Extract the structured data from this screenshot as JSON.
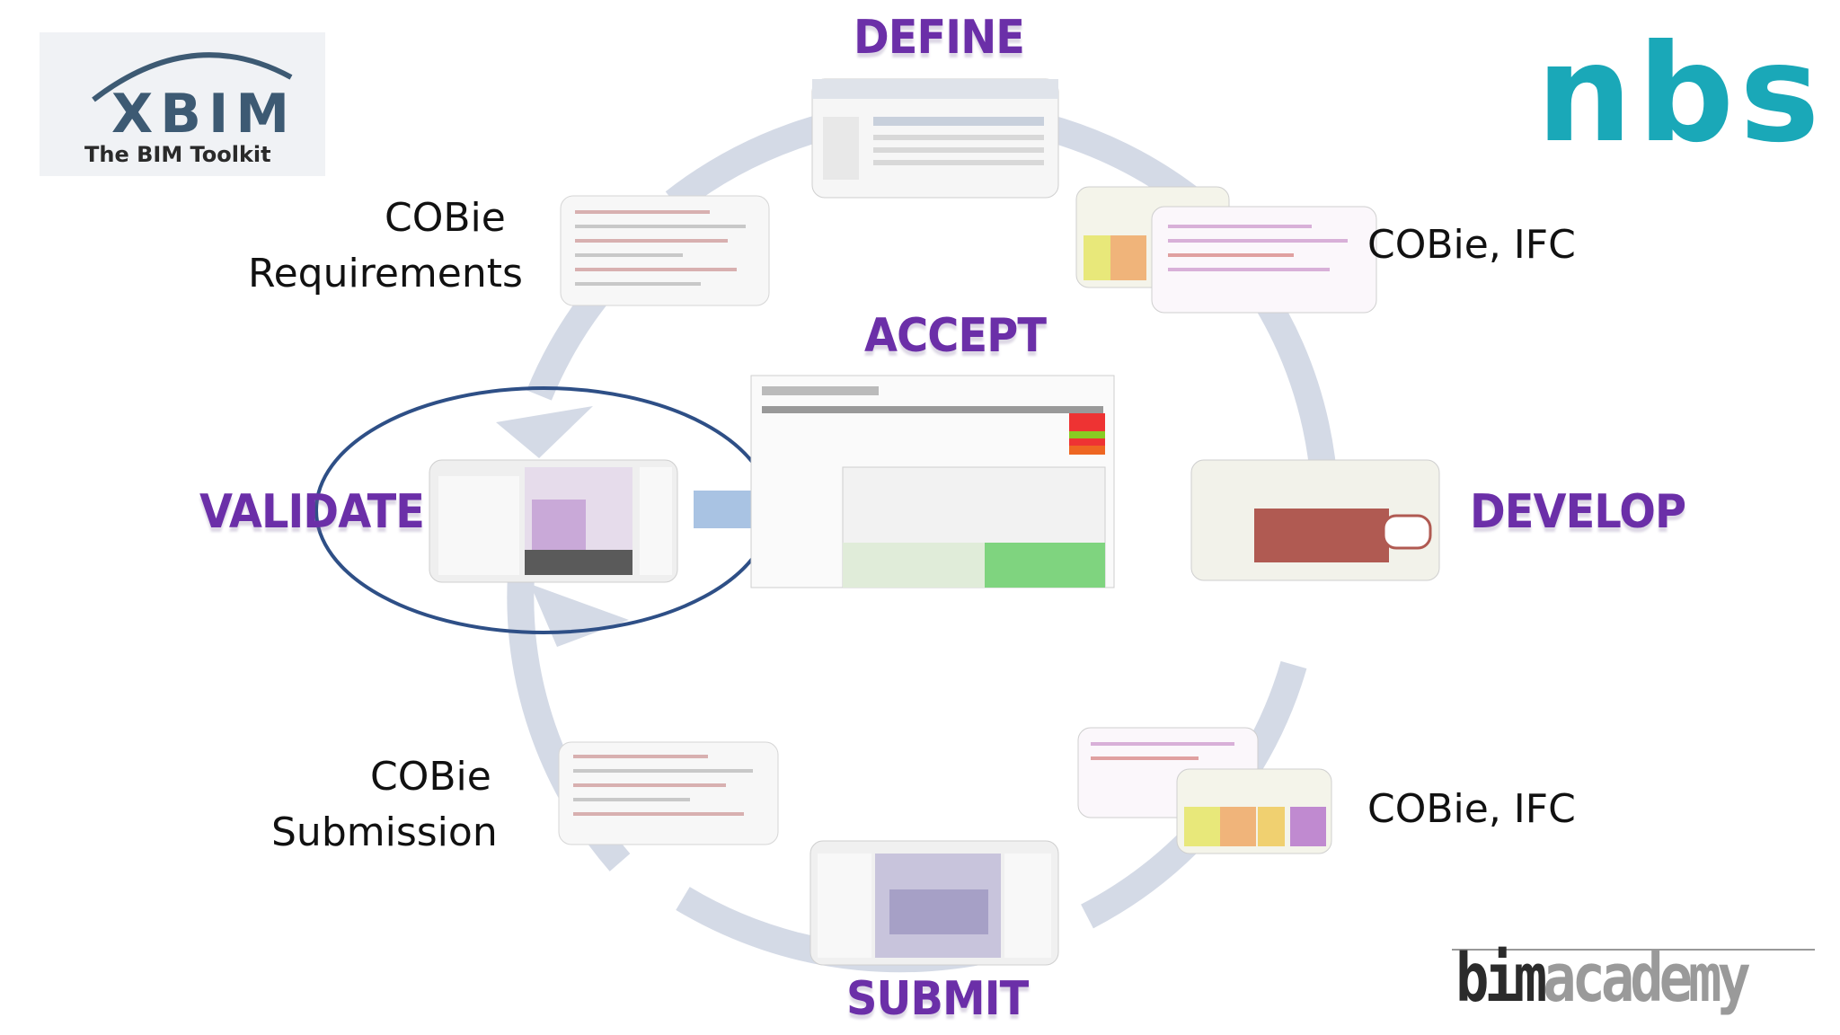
{
  "stages": {
    "define": "DEFINE",
    "accept": "ACCEPT",
    "validate": "VALIDATE",
    "develop": "DEVELOP",
    "submit": "SUBMIT"
  },
  "notes": {
    "requirements_line1": "COBie",
    "requirements_line2": "Requirements",
    "develop_top": "COBie, IFC",
    "develop_bottom": "COBie, IFC",
    "submission_line1": "COBie",
    "submission_line2": "Submission"
  },
  "logos": {
    "xbim_word": "XBIM",
    "xbim_tagline": "The BIM Toolkit",
    "nbs": "nbs",
    "bimacademy_part1": "bim",
    "bimacademy_part2": "academy"
  },
  "colors": {
    "stage_text": "#6b2fa8",
    "cycle_arrow": "#d4dae6",
    "highlight_ellipse": "#2e4f86",
    "flow_arrow": "#a9c3e3",
    "nbs": "#1aa8b8"
  }
}
